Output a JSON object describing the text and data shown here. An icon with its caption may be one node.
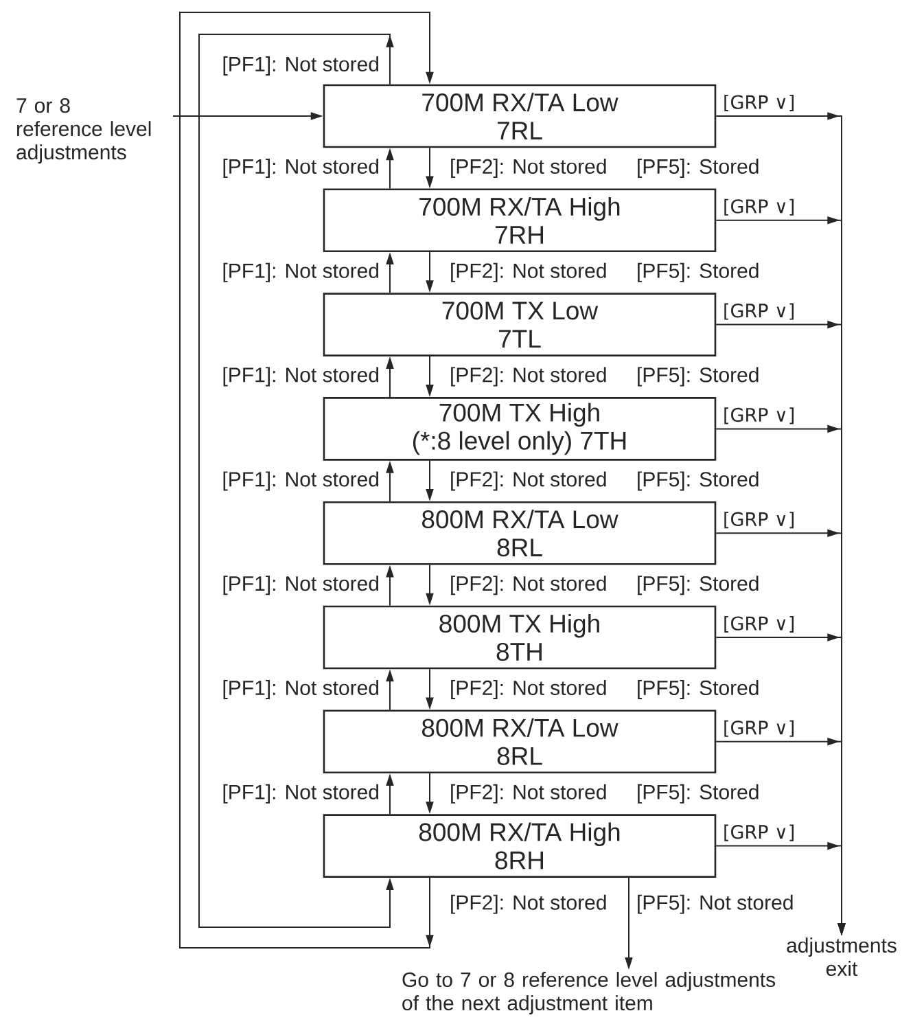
{
  "diagram": {
    "nodes": [
      {
        "text": [
          "7 or 8 reference level adjustments"
        ]
      },
      {
        "text": [
          "700M RX/TA Low",
          "7RL"
        ]
      },
      {
        "text": [
          "700M RX/TA High",
          "7RH"
        ]
      },
      {
        "text": [
          "700M TX Low",
          "7TL"
        ]
      },
      {
        "text": [
          "700M TX High",
          "(*:8 level only) 7TH"
        ]
      },
      {
        "text": [
          "800M RX/TA Low",
          "8RL"
        ]
      },
      {
        "text": [
          "800M TX High",
          "8TH"
        ]
      },
      {
        "text": [
          "800M RX/TA Low",
          "8RL"
        ]
      },
      {
        "text": [
          "800M RX/TA High",
          "8RH"
        ]
      },
      {
        "text": [
          "adjustments exit"
        ]
      },
      {
        "text": [
          "Go to 7 or 8 reference level adjustments of the next adjustment item"
        ]
      }
    ],
    "edges": [
      {
        "from": 0,
        "to": 1,
        "arrow": "to"
      },
      {
        "from": 1,
        "to": 8,
        "arrow": "to",
        "label": "[PF1]: Not stored"
      },
      {
        "from": 2,
        "to": 1,
        "arrow": "to",
        "label": "[PF1]: Not stored"
      },
      {
        "from": 1,
        "to": 2,
        "arrow": "to",
        "label": "[PF2]: Not stored"
      },
      {
        "from": 3,
        "to": 2,
        "arrow": "to",
        "label": "[PF1]: Not stored"
      },
      {
        "from": 2,
        "to": 3,
        "arrow": "to",
        "label": "[PF2]: Not stored"
      },
      {
        "from": 4,
        "to": 3,
        "arrow": "to",
        "label": "[PF1]: Not stored"
      },
      {
        "from": 3,
        "to": 4,
        "arrow": "to",
        "label": "[PF2]: Not stored"
      },
      {
        "from": 5,
        "to": 4,
        "arrow": "to",
        "label": "[PF1]: Not stored"
      },
      {
        "from": 4,
        "to": 5,
        "arrow": "to",
        "label": "[PF2]: Not stored"
      },
      {
        "from": 6,
        "to": 5,
        "arrow": "to",
        "label": "[PF1]: Not stored"
      },
      {
        "from": 5,
        "to": 6,
        "arrow": "to",
        "label": "[PF2]: Not stored"
      },
      {
        "from": 7,
        "to": 6,
        "arrow": "to",
        "label": "[PF1]: Not stored"
      },
      {
        "from": 6,
        "to": 7,
        "arrow": "to",
        "label": "[PF2]: Not stored"
      },
      {
        "from": 8,
        "to": 7,
        "arrow": "to",
        "label": "[PF1]: Not stored"
      },
      {
        "from": 7,
        "to": 8,
        "arrow": "to",
        "label": "[PF2]: Not stored"
      },
      {
        "from": 8,
        "to": 1,
        "arrow": "to",
        "label": "[PF2]: Not stored"
      },
      {
        "from": 8,
        "to": 10,
        "arrow": "to",
        "label": "[PF5]: Not stored"
      },
      {
        "from": 1,
        "to": 9,
        "arrow": "to",
        "label": "[GRP ∨]"
      },
      {
        "from": 2,
        "to": 9,
        "arrow": "to",
        "label": "[GRP ∨]"
      },
      {
        "from": 3,
        "to": 9,
        "arrow": "to",
        "label": "[GRP ∨]"
      },
      {
        "from": 4,
        "to": 9,
        "arrow": "to",
        "label": "[GRP ∨]"
      },
      {
        "from": 5,
        "to": 9,
        "arrow": "to",
        "label": "[GRP ∨]"
      },
      {
        "from": 6,
        "to": 9,
        "arrow": "to",
        "label": "[GRP ∨]"
      },
      {
        "from": 7,
        "to": 9,
        "arrow": "to",
        "label": "[GRP ∨]"
      },
      {
        "from": 8,
        "to": 9,
        "arrow": "to",
        "label": "[GRP ∨]"
      }
    ],
    "labels": [
      "[PF5]: Stored",
      "[PF5]: Stored",
      "[PF5]: Stored",
      "[PF5]: Stored",
      "[PF5]: Stored",
      "[PF5]: Stored",
      "[PF5]: Stored"
    ]
  }
}
